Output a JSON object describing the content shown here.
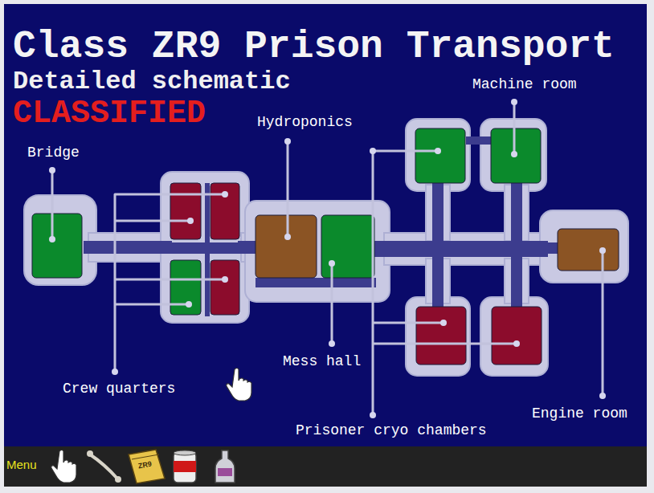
{
  "diagram": {
    "title": "Class ZR9 Prison Transport",
    "labels": [
      "Detailed schematic",
      "CLASSIFIED",
      "Bridge",
      "Hydroponics",
      "Machine room",
      "Crew quarters",
      "Mess hall",
      "Prisoner cryo chambers",
      "Engine room",
      "Menu",
      "ZR9"
    ]
  }
}
